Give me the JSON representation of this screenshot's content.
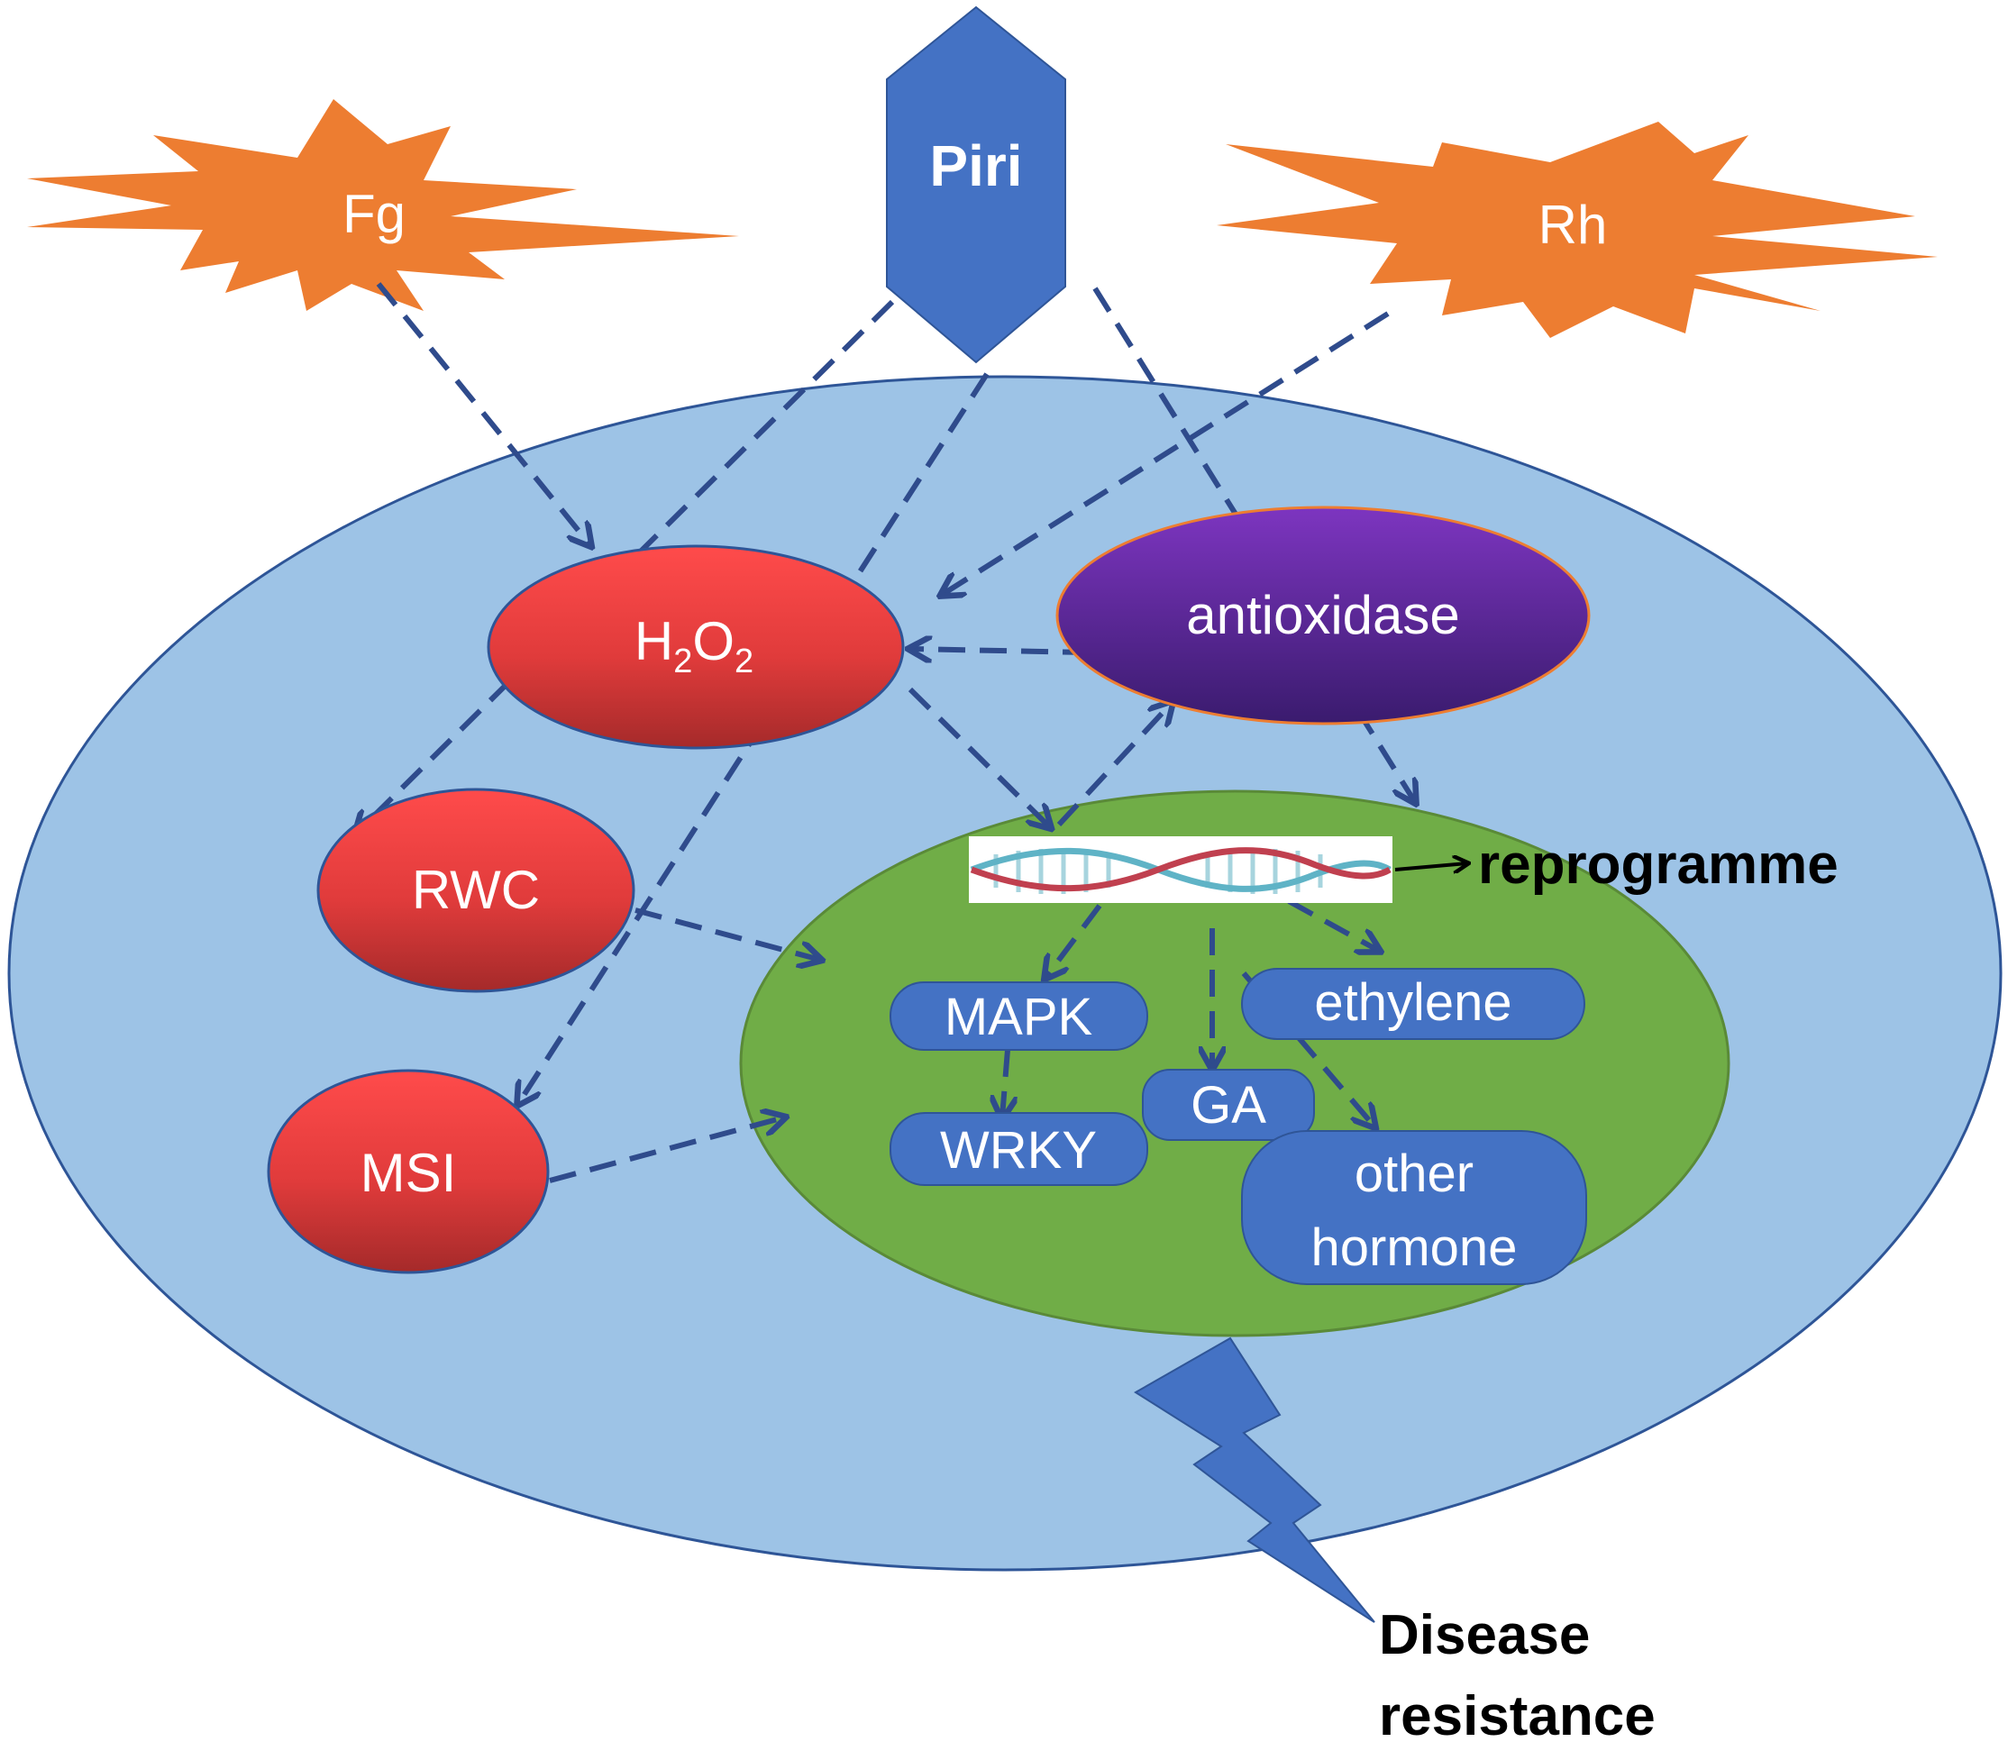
{
  "nodes": {
    "fg": "Fg",
    "piri": "Piri",
    "rh": "Rh",
    "h2o2": {
      "main": "H",
      "sub1": "2",
      "mid": "O",
      "sub2": "2"
    },
    "antioxidase": "antioxidase",
    "rwc": "RWC",
    "msi": "MSI",
    "reprogramme": "reprogramme",
    "mapk": "MAPK",
    "wrky": "WRKY",
    "ethylene": "ethylene",
    "ga": "GA",
    "other_hormone_line1": "other",
    "other_hormone_line2": "hormone",
    "disease_line1": "Disease",
    "disease_line2": "resistance"
  },
  "colors": {
    "cell": "#9dc3e6",
    "cell_border": "#2e5597",
    "stressor": "#ed7d31",
    "piri": "#4472c4",
    "ros_top": "#ff4b4b",
    "ros_bottom": "#a52a2a",
    "antioxidase_top": "#7d35c0",
    "antioxidase_bottom": "#3a1b6e",
    "nucleus": "#70ad47",
    "pill": "#4472c4",
    "arrow": "#2f4b8c",
    "text_dark": "#000000",
    "text_light": "#ffffff"
  },
  "icons": {
    "dna": "dna-helix-icon",
    "bolt": "lightning-bolt-icon"
  }
}
